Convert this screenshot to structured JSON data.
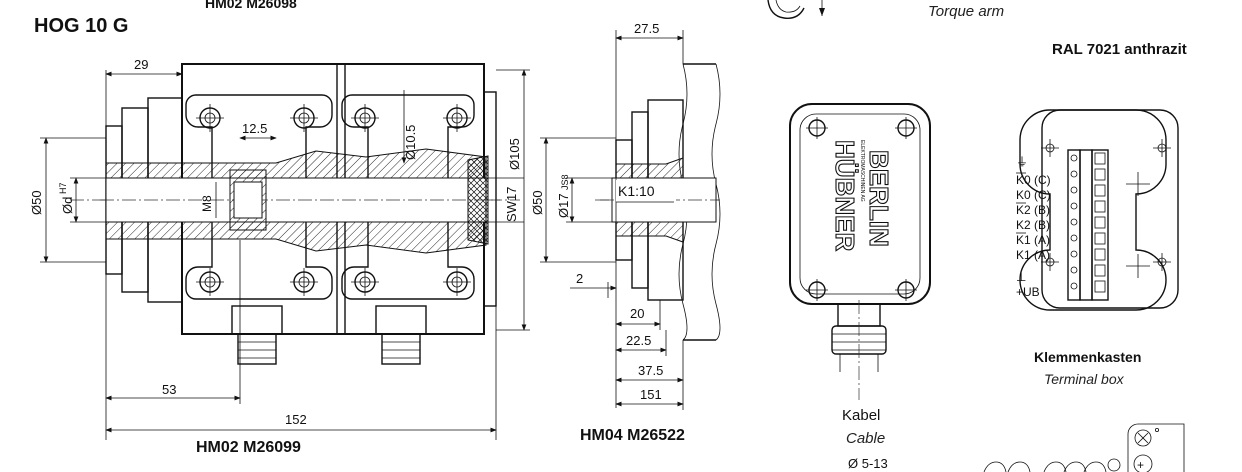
{
  "title": "HOG 10 G",
  "labels": {
    "cut_top_code": "HM02 M26098",
    "torque_arm": "Torque arm",
    "ral": "RAL 7021 anthrazit",
    "main_view_code": "HM02 M26099",
    "side_view_code": "HM04 M26522",
    "klemmenkasten": "Klemmenkasten",
    "terminal_box": "Terminal box",
    "kabel": "Kabel",
    "cable": "Cable",
    "cable_dia": "Ø 5-13",
    "k_ratio": "K1:10",
    "brand_top": "HÜBNER",
    "brand_bottom": "BERLIN",
    "brand_small": "ELEKTROMASCHINEN AG"
  },
  "dimensions": {
    "d29": "29",
    "d12_5": "12.5",
    "d10_5": "Ø10.5",
    "d105": "Ø105",
    "d50": "Ø50",
    "dd": "Ød",
    "dd_tol": "H7",
    "m8": "M8",
    "sw17": "SW17",
    "d53": "53",
    "d152": "152",
    "d27_5": "27.5",
    "d50b": "Ø50",
    "d17": "Ø17",
    "d17_tol": "JS8",
    "d2": "2",
    "d20": "20",
    "d22_5": "22.5",
    "d37_5": "37.5",
    "d151": "151"
  },
  "terminals": [
    "⏚",
    "K0 (C)",
    "K0 (C)",
    "K2 (B)",
    "K2 (B)",
    "K1 (A)",
    "K1 (A)",
    "⊥",
    "+UB"
  ]
}
